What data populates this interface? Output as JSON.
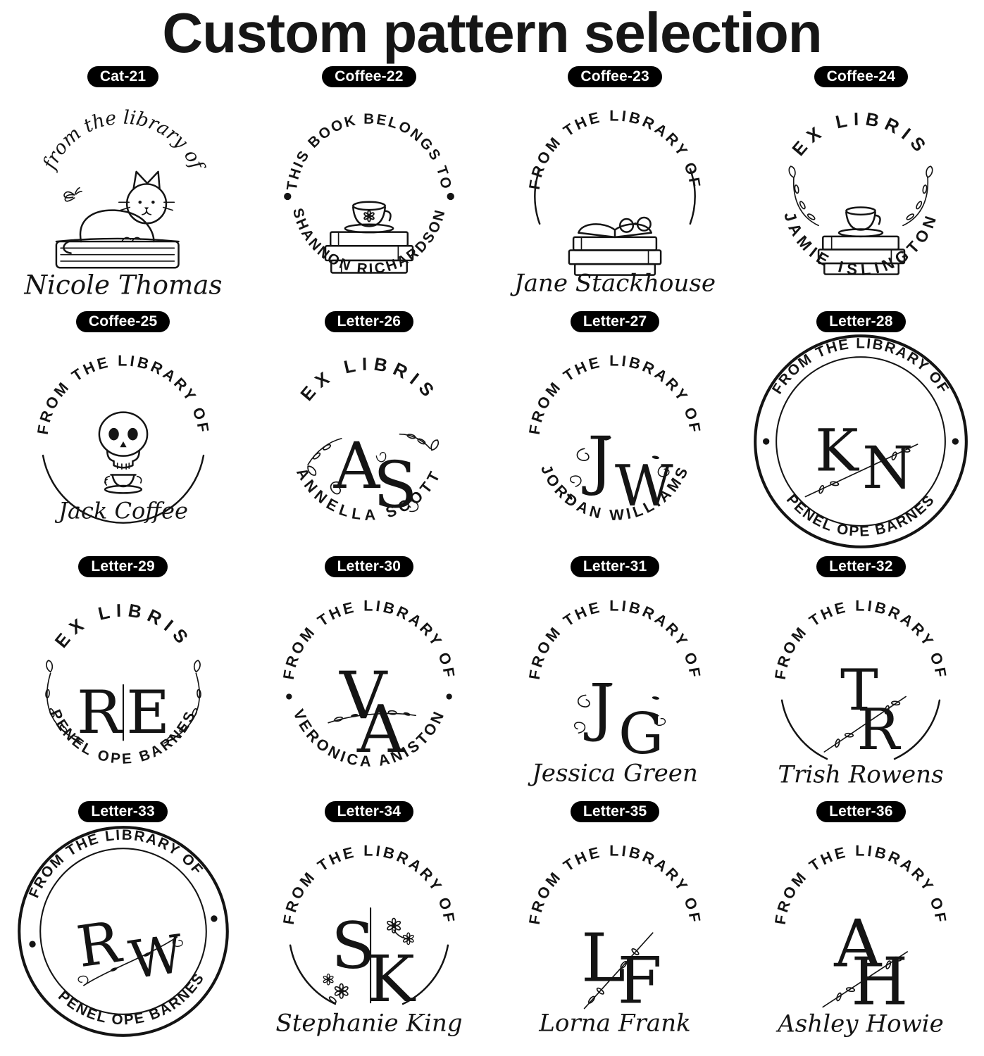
{
  "title": "Custom pattern selection",
  "colors": {
    "ink": "#141414",
    "label_bg": "#000000",
    "label_text": "#ffffff",
    "background": "#ffffff"
  },
  "stamps": [
    {
      "label": "Cat-21",
      "arc_top": "from the library of",
      "name": "Nicole Thomas",
      "art": "cat-lying-on-book-with-butterfly"
    },
    {
      "label": "Coffee-22",
      "arc_top": "THIS BOOK BELONGS TO",
      "arc_bottom": "SHANNON RICHARDSON",
      "art": "coffee-cup-on-book-stack"
    },
    {
      "label": "Coffee-23",
      "arc_top": "FROM THE LIBRARY OF",
      "name": "Jane Stackhouse",
      "art": "open-book-glasses-on-book-stack"
    },
    {
      "label": "Coffee-24",
      "arc_top": "EX LIBRIS",
      "arc_bottom": "JAMIE ISLINGTON",
      "art": "coffee-cup-on-book-stack-with-sprigs"
    },
    {
      "label": "Coffee-25",
      "arc_top": "FROM THE LIBRARY OF",
      "name": "Jack Coffee",
      "art": "skull-drinking-coffee"
    },
    {
      "label": "Letter-26",
      "arc_top": "EX LIBRIS",
      "arc_bottom": "ANNELLA SCOTT",
      "monogram": [
        "A",
        "S"
      ],
      "art": "floral-monogram"
    },
    {
      "label": "Letter-27",
      "arc_top": "FROM THE LIBRARY OF",
      "arc_bottom": "JORDAN WILLIAMS",
      "monogram": [
        "J",
        "W"
      ],
      "art": "vine-monogram"
    },
    {
      "label": "Letter-28",
      "arc_top": "FROM THE LIBRARY OF",
      "arc_bottom": "PENEL OPE BARNES",
      "monogram": [
        "K",
        "N"
      ],
      "art": "double-circle-seal-branch-monogram"
    },
    {
      "label": "Letter-29",
      "arc_top": "EX LIBRIS",
      "arc_bottom": "PENEL OPE BARNES",
      "monogram": [
        "R",
        "E"
      ],
      "art": "wreath-divided-monogram"
    },
    {
      "label": "Letter-30",
      "arc_top": "FROM THE LIBRARY OF",
      "arc_bottom": "VERONICA ANISTON",
      "monogram": [
        "V",
        "A"
      ],
      "art": "stacked-monogram-with-branch"
    },
    {
      "label": "Letter-31",
      "arc_top": "FROM THE LIBRARY OF",
      "name": "Jessica Green",
      "monogram": [
        "J",
        "G"
      ],
      "art": "vine-monogram"
    },
    {
      "label": "Letter-32",
      "arc_top": "FROM THE LIBRARY OF",
      "name": "Trish Rowens",
      "monogram": [
        "T",
        "R"
      ],
      "art": "stacked-monogram-with-branch"
    },
    {
      "label": "Letter-33",
      "arc_top": "FROM THE LIBRARY OF",
      "arc_bottom": "PENEL OPE BARNES",
      "monogram": [
        "R",
        "W"
      ],
      "art": "double-circle-seal-vine-monogram"
    },
    {
      "label": "Letter-34",
      "arc_top": "FROM THE LIBRARY OF",
      "name": "Stephanie King",
      "monogram": [
        "S",
        "K"
      ],
      "art": "divided-floral-monogram"
    },
    {
      "label": "Letter-35",
      "arc_top": "FROM THE LIBRARY OF",
      "name": "Lorna Frank",
      "monogram": [
        "L",
        "F"
      ],
      "art": "monogram-with-branch"
    },
    {
      "label": "Letter-36",
      "arc_top": "FROM THE LIBRARY OF",
      "name": "Ashley Howie",
      "monogram": [
        "A",
        "H"
      ],
      "art": "monogram-with-branch"
    }
  ]
}
